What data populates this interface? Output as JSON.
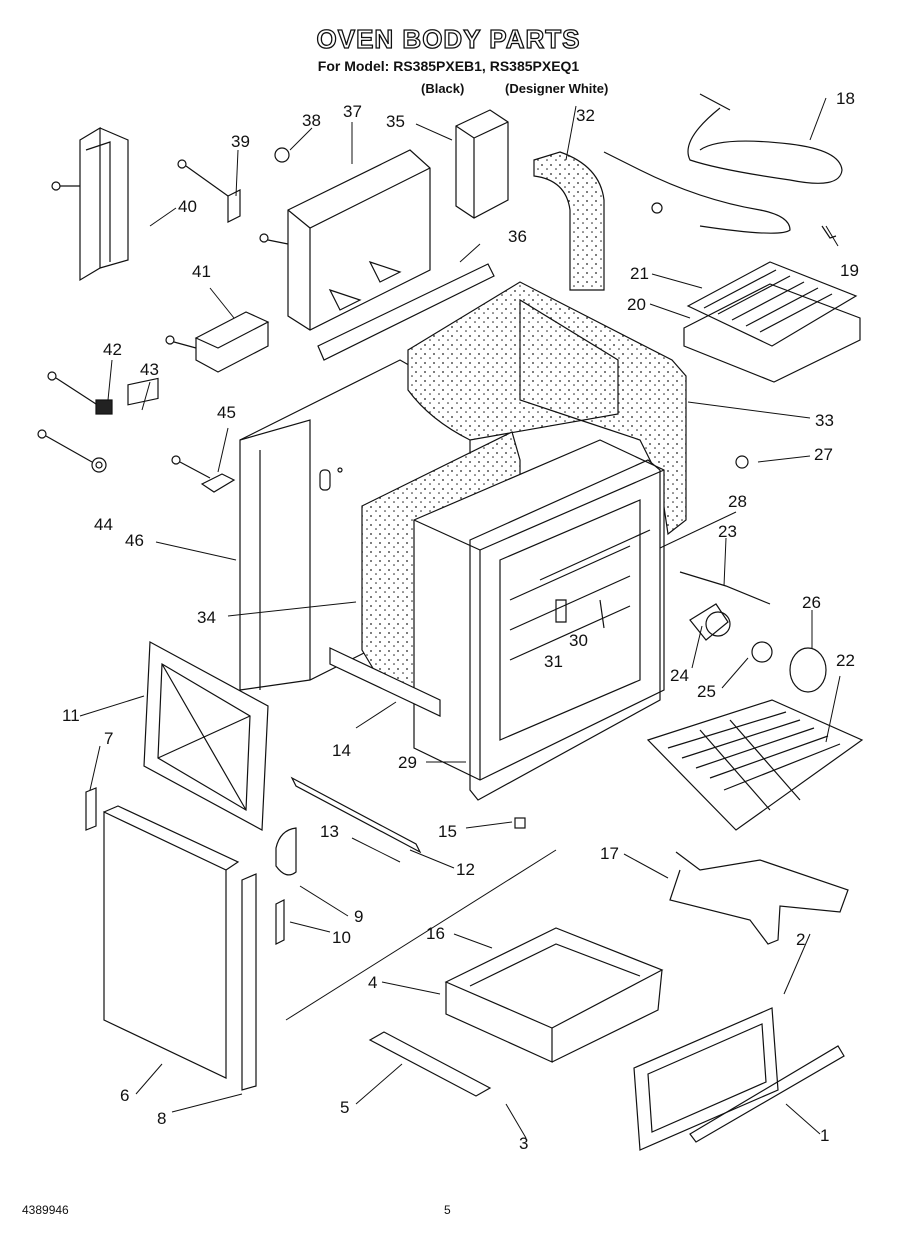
{
  "header": {
    "title": "OVEN BODY PARTS",
    "model_line": "For Model: RS385PXEB1, RS385PXEQ1",
    "variant_left": "(Black)",
    "variant_right": "(Designer White)"
  },
  "callouts": [
    "1",
    "2",
    "3",
    "4",
    "5",
    "6",
    "7",
    "8",
    "9",
    "10",
    "11",
    "12",
    "13",
    "14",
    "15",
    "16",
    "17",
    "18",
    "19",
    "20",
    "21",
    "22",
    "23",
    "24",
    "25",
    "26",
    "27",
    "28",
    "29",
    "30",
    "31",
    "32",
    "33",
    "34",
    "35",
    "36",
    "37",
    "38",
    "39",
    "40",
    "41",
    "42",
    "43",
    "44",
    "45",
    "46"
  ],
  "footer": {
    "doc_number": "4389946",
    "page_number": "5"
  }
}
